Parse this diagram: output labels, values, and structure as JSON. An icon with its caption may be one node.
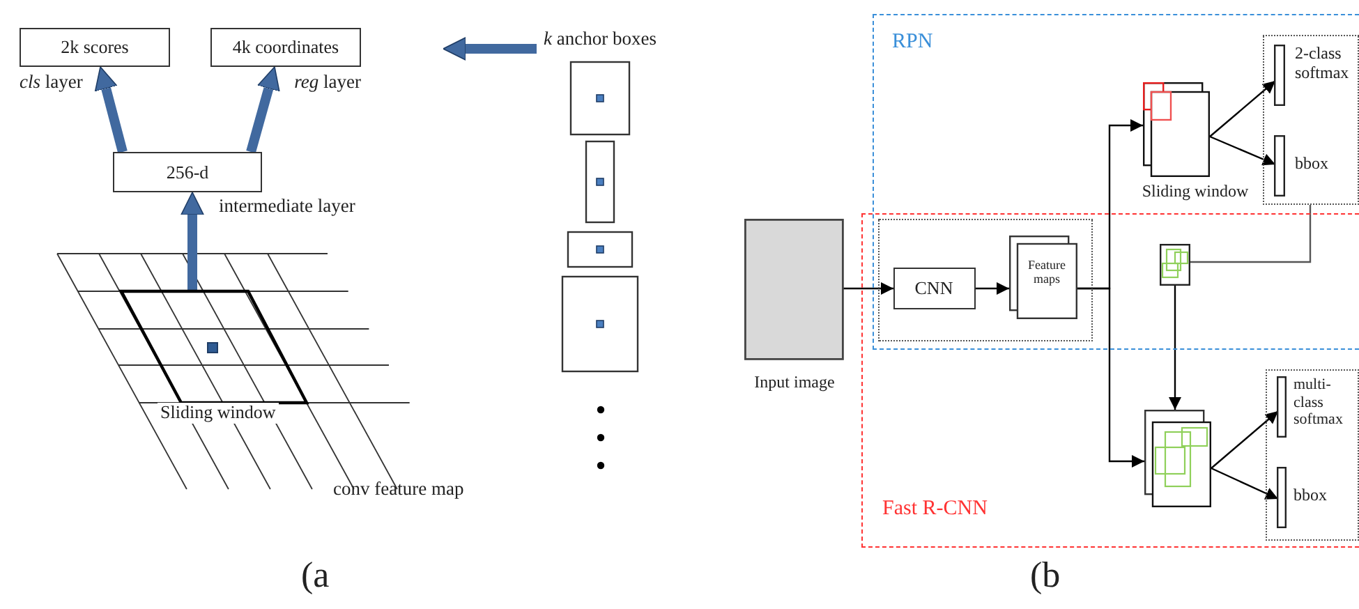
{
  "diagram": {
    "nodes": [
      {
        "text": [
          "2k scores"
        ],
        "beside": [
          "*cls* layer"
        ]
      },
      {
        "text": [
          "4k coordinates"
        ],
        "beside": [
          "*reg* layer"
        ]
      },
      {
        "text": [
          "256-d"
        ],
        "beside": [
          "intermediate layer"
        ]
      },
      {
        "text": [
          "Sliding window"
        ]
      },
      {
        "text": [
          "*k* anchor boxes"
        ]
      },
      {
        "text": [],
        "shape": "box",
        "in": 4
      },
      {
        "text": [],
        "shape": "box",
        "in": 4
      },
      {
        "text": [],
        "shape": "box",
        "in": 4
      },
      {
        "text": [],
        "shape": "box",
        "in": 4
      },
      {
        "text": [
          "RPN"
        ]
      },
      {
        "text": [
          "Fast R-CNN"
        ]
      },
      {
        "text": [
          "Input image"
        ]
      },
      {
        "text": [],
        "shape": "box"
      },
      {
        "text": [
          "CNN"
        ],
        "in": 12
      },
      {
        "text": [
          "Feature maps"
        ],
        "in": 12
      },
      {
        "text": [
          "Sliding window"
        ],
        "in": 9
      },
      {
        "text": [],
        "shape": "box",
        "in": 9
      },
      {
        "text": [
          "2-class softmax"
        ],
        "in": 16
      },
      {
        "text": [
          "bbox"
        ],
        "in": 16
      },
      {
        "text": [],
        "shape": "box"
      },
      {
        "text": [],
        "shape": "box",
        "in": 10
      },
      {
        "text": [],
        "shape": "box",
        "in": 10
      },
      {
        "text": [
          "multi-class softmax"
        ],
        "in": 21
      },
      {
        "text": [
          "bbox"
        ],
        "in": 21
      }
    ],
    "edges": [
      {
        "from": 2,
        "to": 0,
        "arrow": "to",
        "style": "thick",
        "color": "#41699f"
      },
      {
        "from": 2,
        "to": 1,
        "arrow": "to",
        "style": "thick",
        "color": "#41699f"
      },
      {
        "from": 3,
        "to": 2,
        "arrow": "to",
        "style": "thick",
        "color": "#41699f"
      },
      {
        "from": 4,
        "to": null,
        "arrow": "to",
        "style": "thick",
        "color": "#41699f"
      },
      {
        "from": 11,
        "to": 13,
        "arrow": "to"
      },
      {
        "from": 13,
        "to": 14,
        "arrow": "to"
      },
      {
        "from": 14,
        "to": 15,
        "arrow": "to"
      },
      {
        "from": 14,
        "to": 20,
        "arrow": "to"
      },
      {
        "from": 15,
        "to": 17,
        "arrow": "to"
      },
      {
        "from": 15,
        "to": 18,
        "arrow": "to"
      },
      {
        "from": 16,
        "to": 19,
        "arrow": "none",
        "color": "#555555"
      },
      {
        "from": 19,
        "to": 20,
        "arrow": "to"
      },
      {
        "from": 20,
        "to": 22,
        "arrow": "to"
      },
      {
        "from": 20,
        "to": 23,
        "arrow": "to"
      }
    ],
    "labels": [
      "conv feature map",
      "(a",
      "(b"
    ]
  }
}
